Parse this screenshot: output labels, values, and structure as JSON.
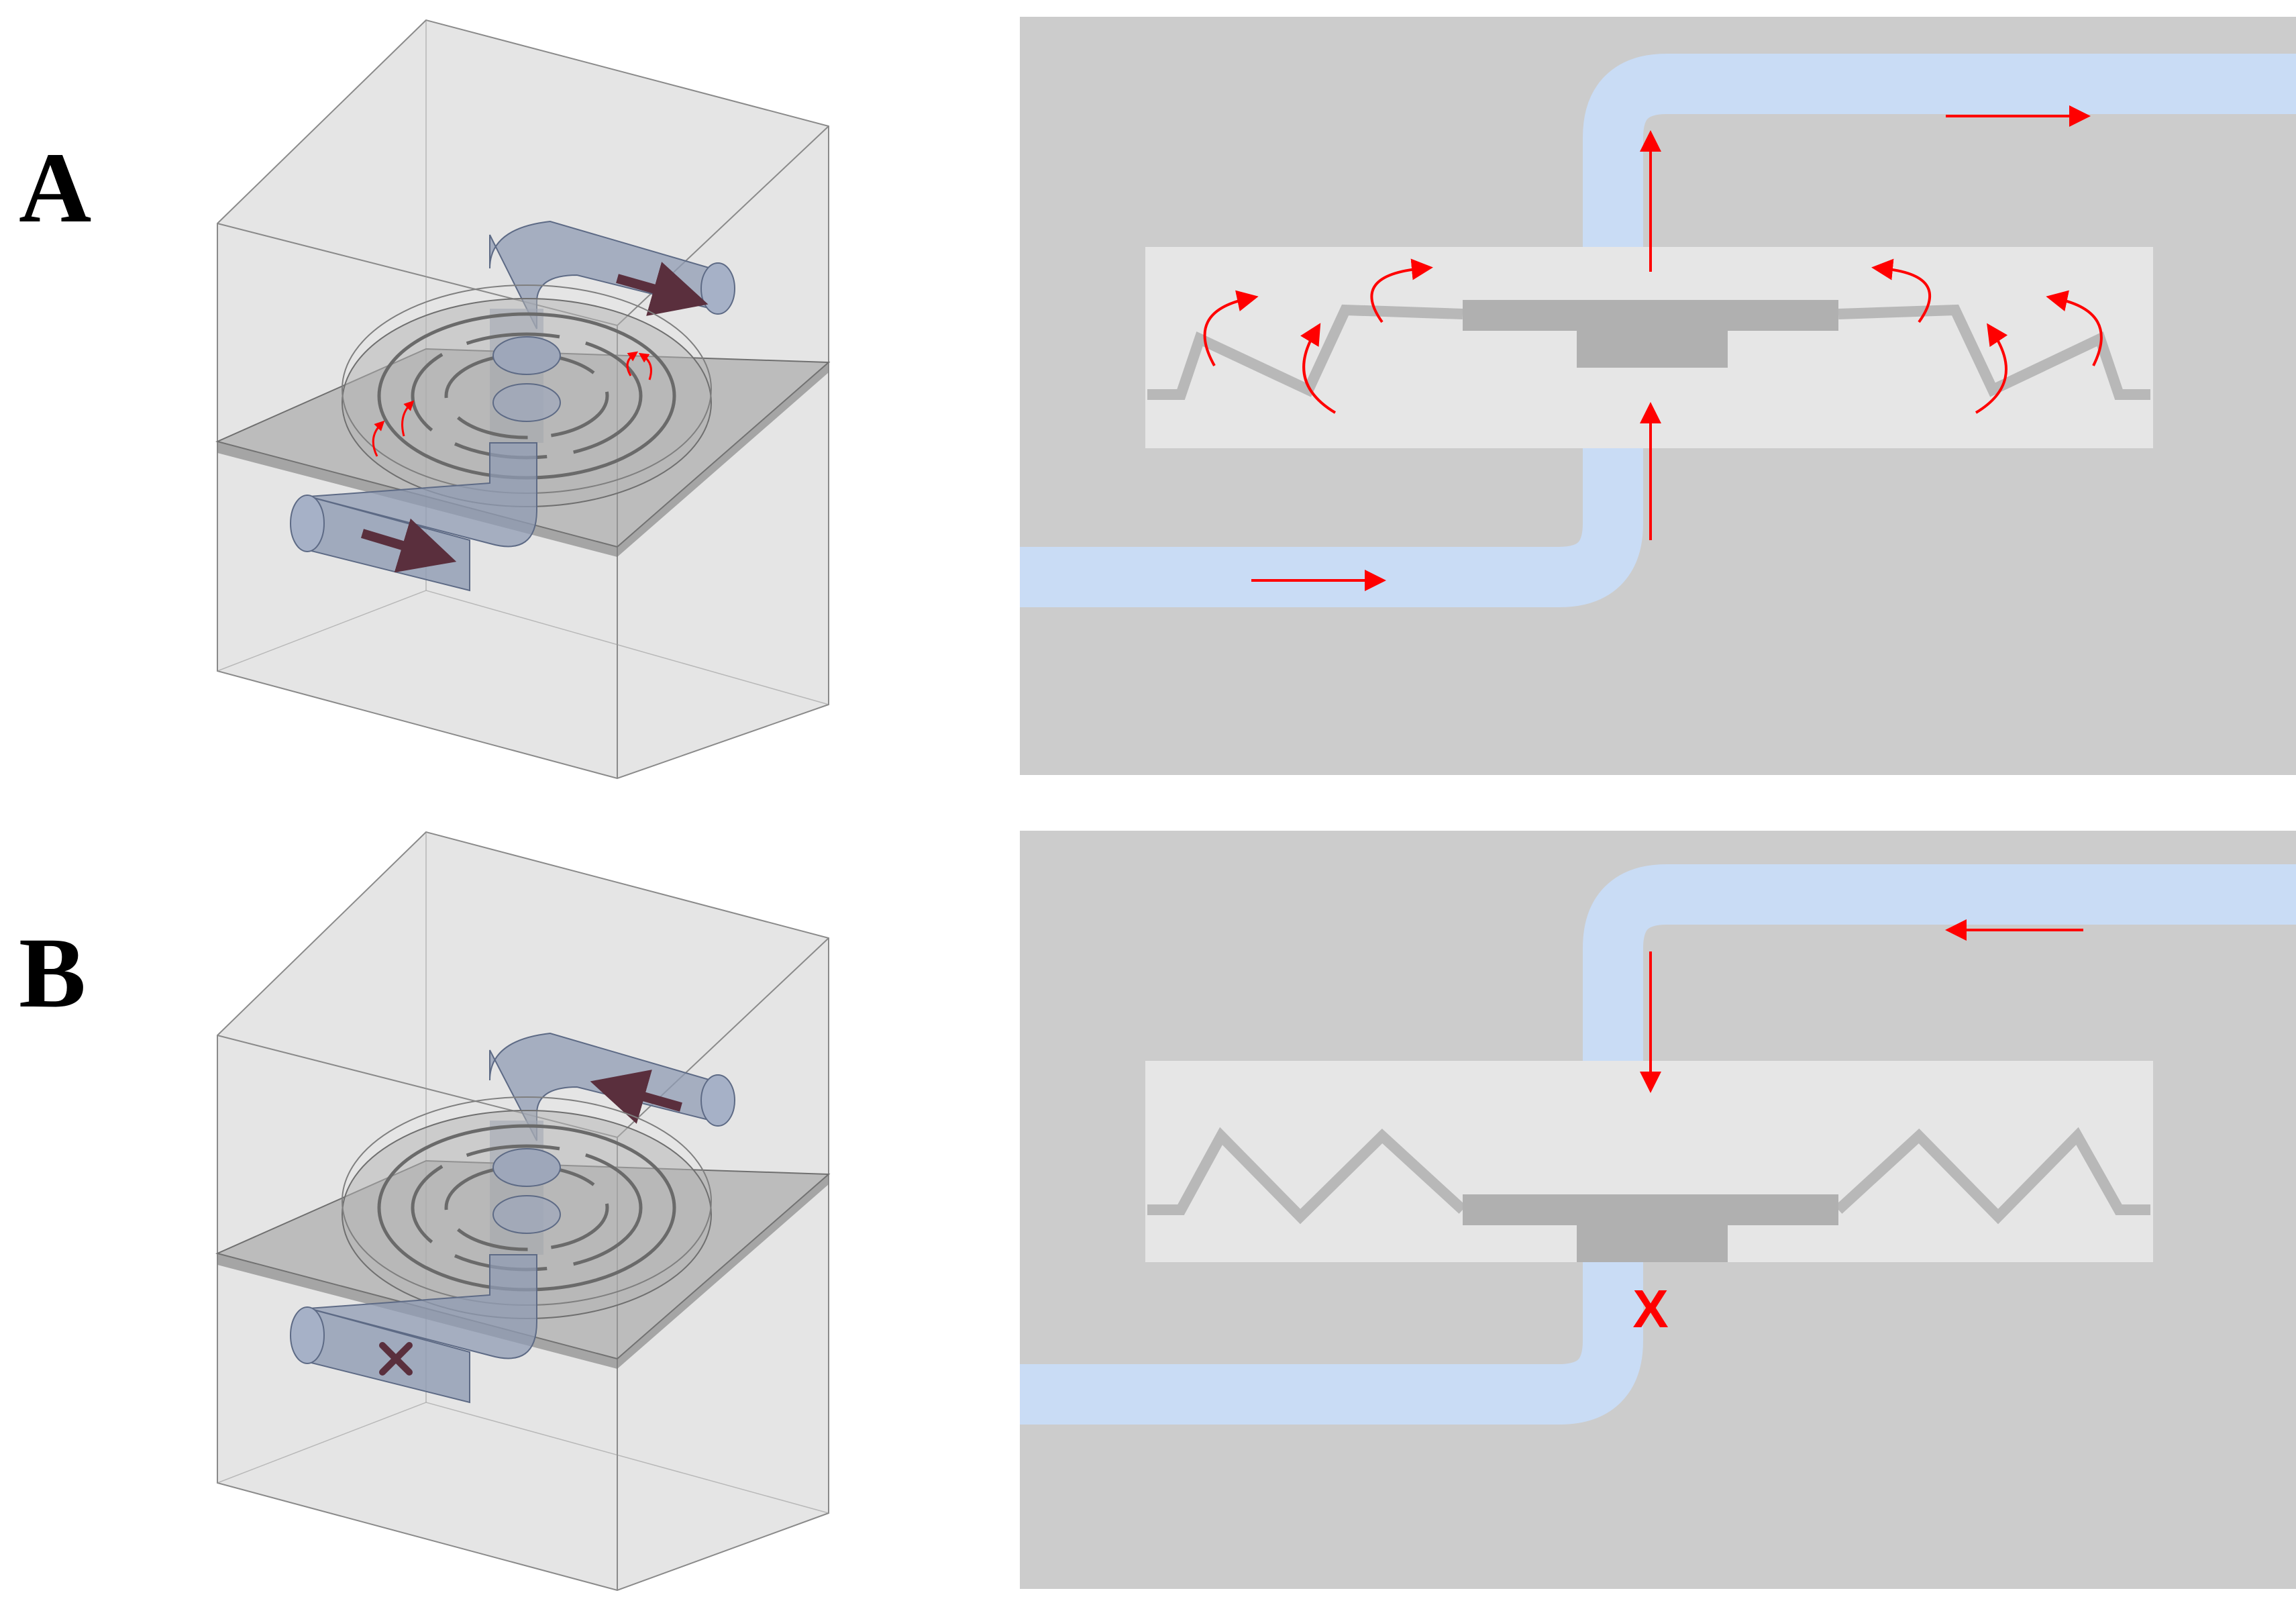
{
  "panels": [
    {
      "label": "A",
      "state": "forward flow",
      "blocked_marker": ""
    },
    {
      "label": "B",
      "state": "reverse flow",
      "blocked_marker": "X"
    }
  ],
  "colors": {
    "channel_fluid": "#c9dcf5",
    "substrate": "#cccccc",
    "chamber": "#e6e6e6",
    "spring": "#b8b8b8",
    "flow_arrow": "#ff0000",
    "tube": "#8f9bb3",
    "tube_arrow": "#5a2f3d"
  },
  "icons": {
    "flow_arrow": "arrow-icon",
    "blocked": "x-mark-icon",
    "leaf_deflection": "curved-arrow-icon"
  }
}
